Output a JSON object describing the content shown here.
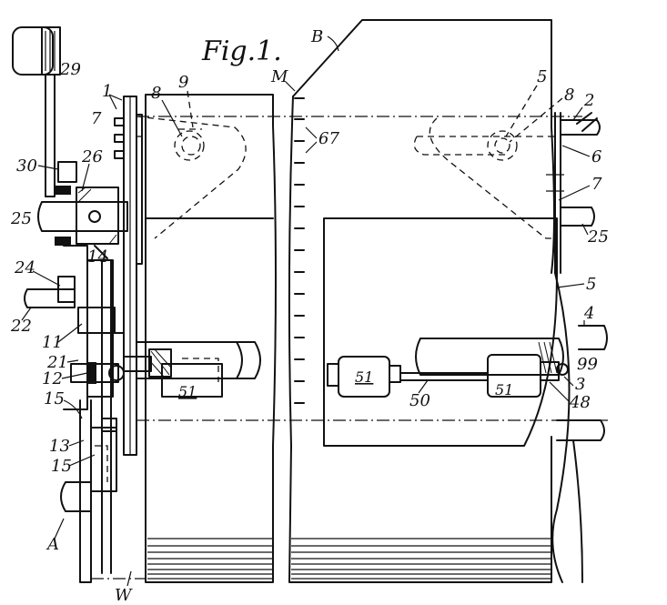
{
  "figure": {
    "title": "Fig.1.",
    "labels": [
      "B",
      "M",
      "67",
      "1",
      "9",
      "8",
      "7",
      "29",
      "30",
      "26",
      "25",
      "24",
      "14",
      "22",
      "11",
      "21",
      "12",
      "15",
      "13",
      "A",
      "W",
      "5",
      "2",
      "6",
      "4",
      "99",
      "3",
      "48",
      "50",
      "51"
    ]
  }
}
